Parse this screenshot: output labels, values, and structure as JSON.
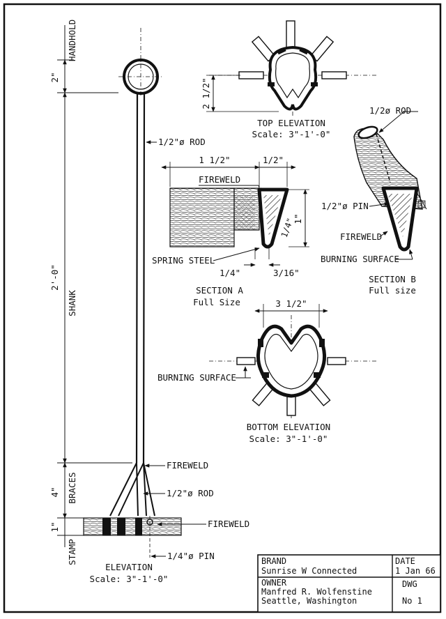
{
  "elevation": {
    "dims": {
      "handhold_h": "2\"",
      "shank_h": "2'-0\"",
      "braces_h": "4\"",
      "stamp_h": "1\""
    },
    "labels": {
      "handhold": "HANDHOLD",
      "shank": "SHANK",
      "braces": "BRACES",
      "stamp": "STAMP",
      "rod_top": "1/2\"ø ROD",
      "fireweld_upper": "FIREWELD",
      "rod_brace": "1/2\"ø ROD",
      "fireweld_lower": "FIREWELD",
      "pin": "1/4\"ø PIN"
    },
    "title": "ELEVATION",
    "scale": "Scale:  3\"-1'-0\""
  },
  "top_elevation": {
    "dim": "2 1/2\"",
    "title": "TOP ELEVATION",
    "scale": "Scale:  3\"-1'-0\""
  },
  "section_a": {
    "dim_left": "1 1/2\"",
    "dim_right": "1/2\"",
    "dim_height": "1\"",
    "dim_inner": "1/4\"",
    "dim_bottom_left": "1/4\"",
    "dim_bottom_right": "3/16\"",
    "fireweld": "FIREWELD",
    "spring_steel": "SPRING STEEL",
    "title": "SECTION A",
    "subtitle": "Full Size"
  },
  "section_b": {
    "rod": "1/2ø ROD",
    "pin": "1/2\"ø PIN",
    "fireweld": "FIREWELD",
    "burning_surface": "BURNING SURFACE",
    "title": "SECTION B",
    "subtitle": "Full size"
  },
  "bottom_elevation": {
    "dim": "3 1/2\"",
    "burning_surface": "BURNING SURFACE",
    "title": "BOTTOM ELEVATION",
    "scale": "Scale:  3\"-1'-0\""
  },
  "title_block": {
    "brand_label": "BRAND",
    "brand_value": "Sunrise W Connected",
    "date_label": "DATE",
    "date_value": "1 Jan 66",
    "owner_label": "OWNER",
    "owner_line1": "Manfred R. Wolfenstine",
    "owner_line2": "Seattle, Washington",
    "dwg_label": "DWG",
    "dwg_value": "No 1"
  }
}
